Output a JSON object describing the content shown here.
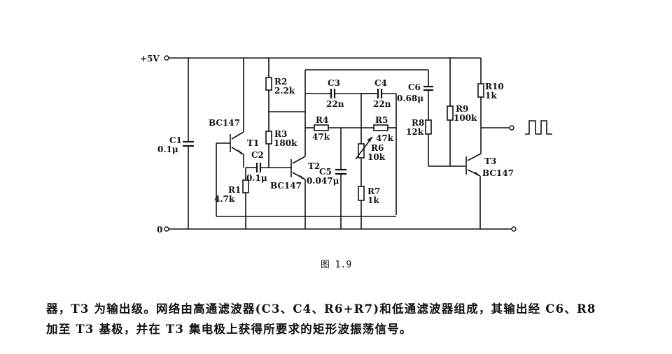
{
  "diagram": {
    "type": "circuit-schematic",
    "supply": {
      "positive": "+5V",
      "ground": "0"
    },
    "components": {
      "C1": {
        "name": "C1",
        "value": "0.1μ"
      },
      "C2": {
        "name": "C2",
        "value": "0.1μ"
      },
      "C3": {
        "name": "C3",
        "value": "22n"
      },
      "C4": {
        "name": "C4",
        "value": "22n"
      },
      "C5": {
        "name": "C5",
        "value": "0.047μ"
      },
      "C6": {
        "name": "C6",
        "value": "0.68μ"
      },
      "R1": {
        "name": "R1",
        "value": "4.7k"
      },
      "R2": {
        "name": "R2",
        "value": "2.2k"
      },
      "R3": {
        "name": "R3",
        "value": "180k"
      },
      "R4": {
        "name": "R4",
        "value": "47k"
      },
      "R5": {
        "name": "R5",
        "value": "47k"
      },
      "R6": {
        "name": "R6",
        "value": "10k"
      },
      "R7": {
        "name": "R7",
        "value": "1k"
      },
      "R8": {
        "name": "R8",
        "value": "12k"
      },
      "R9": {
        "name": "R9",
        "value": "100k"
      },
      "R10": {
        "name": "R10",
        "value": "1k"
      },
      "T1": {
        "name": "T1",
        "model": "BC147"
      },
      "T2": {
        "name": "T2",
        "model": "BC147"
      },
      "T3": {
        "name": "T3",
        "model": "BC147"
      }
    },
    "output_waveform": "square-wave-icon"
  },
  "caption": "图 1.9",
  "paragraph": {
    "line1": "器，T3 为输出级。网络由高通滤波器(C3、C4、R6+R7)和低通滤波器组成，其输出经 C6、R8",
    "line2": "加至 T3 基极，并在 T3 集电极上获得所要求的矩形波振荡信号。"
  }
}
